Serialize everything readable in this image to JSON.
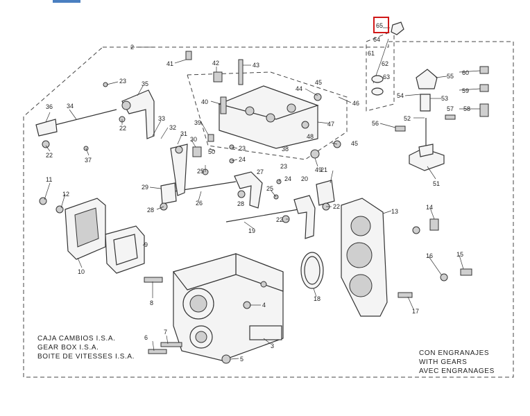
{
  "captions": {
    "left": [
      "CAJA CAMBIOS  I.S.A.",
      "GEAR BOX I.S.A.",
      "BOITE DE VITESSES I.S.A."
    ],
    "right": [
      "CON  ENGRANAJES",
      "WITH GEARS",
      "AVEC ENGRANAGES"
    ]
  },
  "highlighted_part": "65",
  "colors": {
    "highlight": "#d01818",
    "ink": "#333333",
    "tab": "#4a7fc0"
  },
  "callouts": {
    "c2": "2",
    "c3": "3",
    "c4": "4",
    "c5": "5",
    "c6": "6",
    "c7": "7",
    "c8": "8",
    "c9": "9",
    "c10": "10",
    "c11": "11",
    "c12": "12",
    "c13": "13",
    "c14": "14",
    "c15": "15",
    "c16": "16",
    "c17": "17",
    "c18": "18",
    "c19": "19",
    "c20": "20",
    "c21": "21",
    "c22a": "22",
    "c22b": "22",
    "c22c": "22",
    "c22d": "22",
    "c23a": "23",
    "c23b": "23",
    "c23c": "23",
    "c24a": "24",
    "c24b": "24",
    "c25a": "25",
    "c25b": "25",
    "c26": "26",
    "c27": "27",
    "c28a": "28",
    "c28b": "28",
    "c29": "29",
    "c30": "30",
    "c31": "31",
    "c32": "32",
    "c33": "33",
    "c34": "34",
    "c35": "35",
    "c36": "36",
    "c37": "37",
    "c38": "38",
    "c39": "39",
    "c40": "40",
    "c41": "41",
    "c42": "42",
    "c43": "43",
    "c44": "44",
    "c45a": "45",
    "c45b": "45",
    "c46": "46",
    "c47": "47",
    "c48": "48",
    "c49": "49",
    "c50": "50",
    "c51": "51",
    "c52": "52",
    "c53": "53",
    "c54": "54",
    "c55": "55",
    "c56": "56",
    "c57": "57",
    "c58": "58",
    "c59": "59",
    "c60": "60",
    "c61": "61",
    "c62": "62",
    "c63": "63",
    "c64": "64",
    "c65": "65"
  }
}
